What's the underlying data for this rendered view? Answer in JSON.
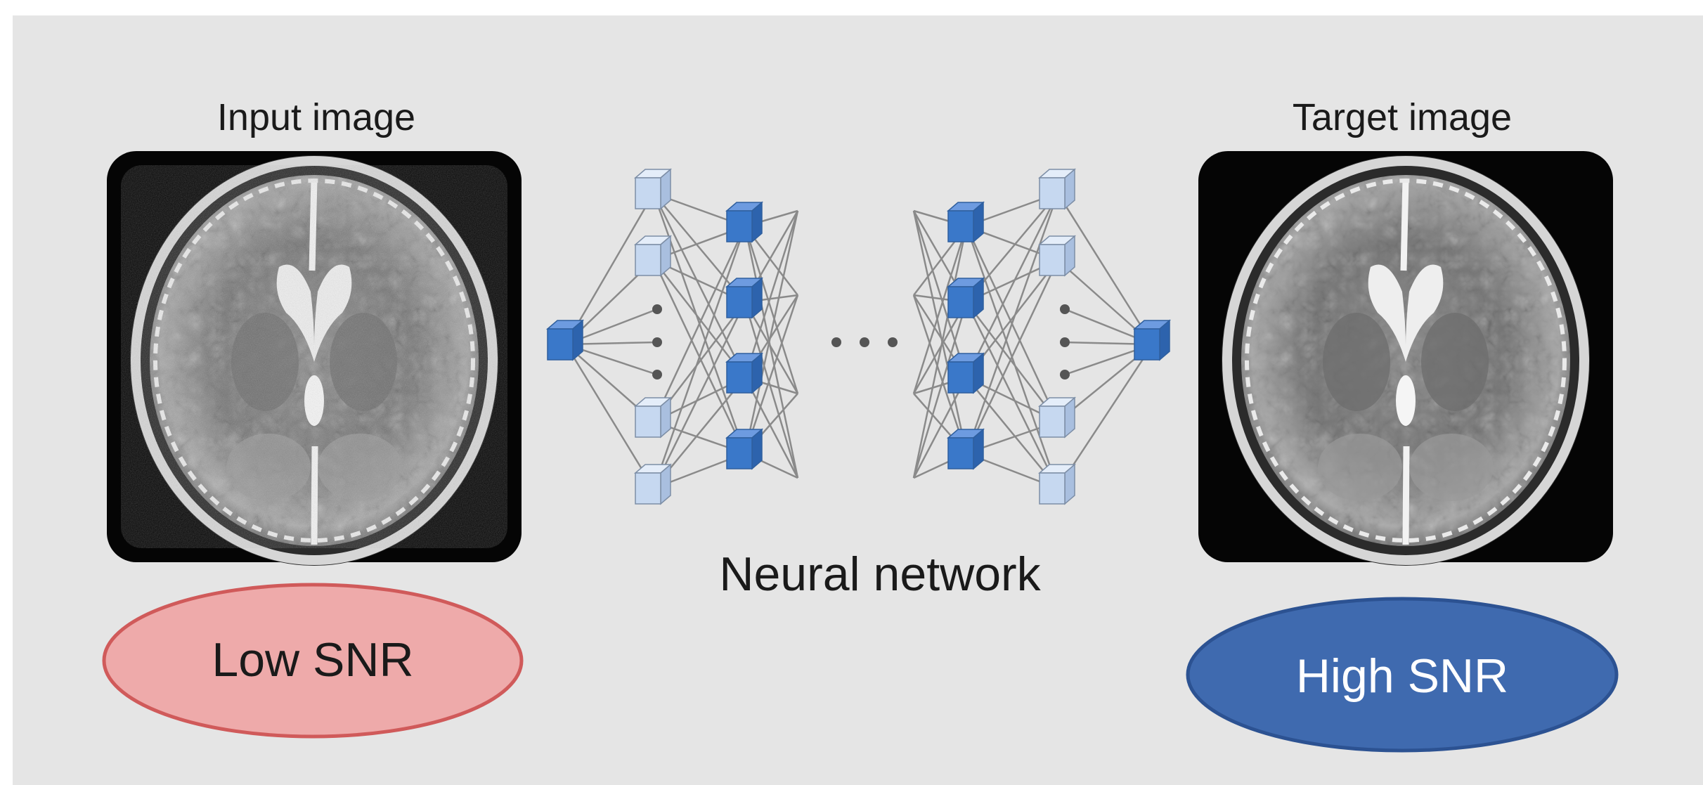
{
  "input": {
    "title": "Input image",
    "badge": "Low SNR",
    "badge_fill": "#eeaaaa",
    "badge_stroke": "#d05a5a",
    "badge_text_color": "#1a1a1a"
  },
  "target": {
    "title": "Target image",
    "badge": "High SNR",
    "badge_fill": "#3f6aaf",
    "badge_stroke": "#2c5292",
    "badge_text_color": "#ffffff"
  },
  "network": {
    "label": "Neural network",
    "node_dark": "#3a78c9",
    "node_light": "#c6d8f0",
    "edge_color": "#8a8a8a"
  },
  "background": "#e5e5e5"
}
